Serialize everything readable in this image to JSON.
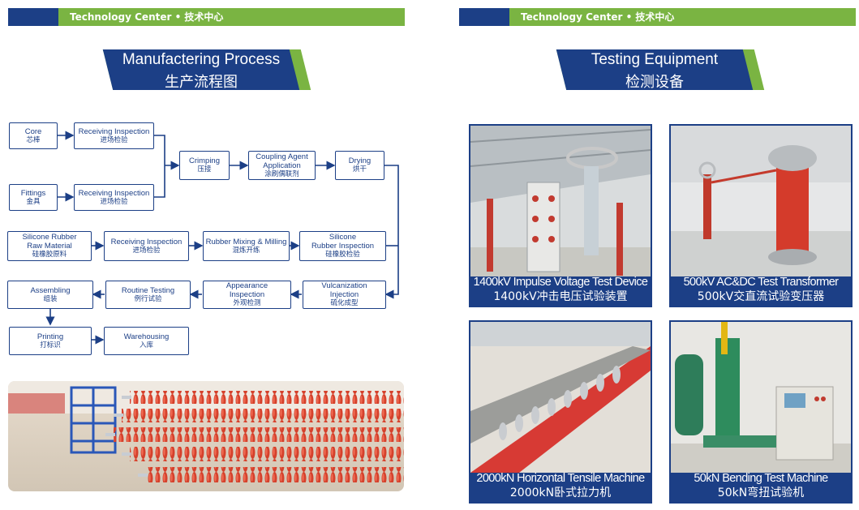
{
  "left_header": {
    "label": "Technology Center • 技术中心"
  },
  "right_header": {
    "label": "Technology Center • 技术中心"
  },
  "manufacturing": {
    "title_en": "Manufactering Process",
    "title_zh": "生产流程图",
    "steps": {
      "core": {
        "en": "Core",
        "zh": "芯棒"
      },
      "recv1": {
        "en": "Receiving Inspection",
        "zh": "进场检验"
      },
      "fittings": {
        "en": "Fittings",
        "zh": "金具"
      },
      "recv2": {
        "en": "Receiving Inspection",
        "zh": "进场检验"
      },
      "crimping": {
        "en": "Crimping",
        "zh": "压接"
      },
      "coupling": {
        "en1": "Coupling Agent",
        "en2": "Application",
        "zh": "涂刷偶联剂"
      },
      "drying": {
        "en": "Drying",
        "zh": "烘干"
      },
      "silicone_raw": {
        "en1": "Silicone Rubber",
        "en2": "Raw Material",
        "zh": "硅橡胶原料"
      },
      "recv3": {
        "en": "Receiving Inspection",
        "zh": "进场检验"
      },
      "mixing": {
        "en": "Rubber Mixing & Milling",
        "zh": "混炼开练"
      },
      "silicone_insp": {
        "en1": "Silicone",
        "en2": "Rubber Inspection",
        "zh": "硅橡胶检验"
      },
      "assembling": {
        "en": "Assembling",
        "zh": "组装"
      },
      "routine": {
        "en": "Routine Testing",
        "zh": "例行试验"
      },
      "appearance": {
        "en1": "Appearance",
        "en2": "Inspection",
        "zh": "外观检测"
      },
      "vulcanization": {
        "en1": "Vulcanization",
        "en2": "Injection",
        "zh": "硫化成型"
      },
      "printing": {
        "en": "Printing",
        "zh": "打标识"
      },
      "warehousing": {
        "en": "Warehousing",
        "zh": "入库"
      }
    }
  },
  "testing": {
    "title_en": "Testing Equipment",
    "title_zh": "检测设备",
    "cards": [
      {
        "en": "1400kV Impulse Voltage Test Device",
        "zh": "1400kV冲击电压试验装置"
      },
      {
        "en": "500kV AC&DC Test Transformer",
        "zh": "500kV交直流试验变压器"
      },
      {
        "en": "2000kN Horizontal Tensile Machine",
        "zh": "2000kN卧式拉力机"
      },
      {
        "en": "50kN Bending Test Machine",
        "zh": "50kN弯扭试验机"
      }
    ]
  },
  "colors": {
    "navy": "#1c3f86",
    "green": "#7ab442",
    "insulator_red": "#d5412c"
  }
}
